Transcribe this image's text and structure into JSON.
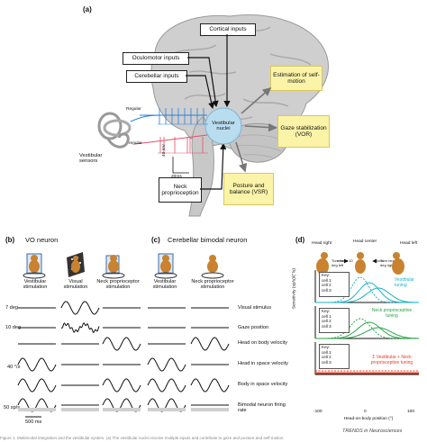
{
  "panel_a": {
    "letter": "(a)",
    "boxes": {
      "cortical": "Cortical inputs",
      "oculomotor": "Oculomotor inputs",
      "cerebellar": "Cerebellar inputs",
      "neck": "Neck proprioception"
    },
    "nuclei": "Vestibular nuclei",
    "outputs": {
      "self_motion": "Estimation of self-motion",
      "gaze": "Gaze stabilization (VOR)",
      "posture": "Posture and balance (VSR)"
    },
    "regular": "Regular",
    "irregular": "Irregular",
    "sensors": "Vestibular sensors",
    "scale_mv": "40 mV",
    "scale_ms": "20ms"
  },
  "panel_b": {
    "letter": "(b)",
    "title": "VO neuron",
    "columns": [
      "Vestibular stimulation",
      "Visual stimulation",
      "Neck proprioceptor stimulation"
    ]
  },
  "panel_c": {
    "letter": "(c)",
    "title": "Cerebellar bimodal neuron",
    "columns": [
      "Vestibular stimulation",
      "Neck proprioceptor stimulation"
    ]
  },
  "rows": {
    "visual": "Visual stimulus",
    "gaze": "Gaze position",
    "head_body": "Head on body velocity",
    "head_space": "Head in space velocity",
    "body_space": "Body in space velocity",
    "firing": "Bimodal neuron firing rate"
  },
  "scales": {
    "visual": "7 deg",
    "gaze": "10 deg",
    "vel": "40 °/s",
    "rate": "50 sp/s",
    "time": "500 ms"
  },
  "panel_d": {
    "letter": "(d)",
    "head_labels": [
      "Head right",
      "Head center",
      "Head left"
    ],
    "turn_labels": [
      "Turn head 10 deg left",
      "Turn head 10 deg right"
    ],
    "ylabel": "Sensitivity (sp/s)/(°/s)",
    "xlabel": "Head-on-body position (°)",
    "ticks": [
      "-100",
      "0",
      "100"
    ],
    "key": "Key:",
    "cells": [
      "cell 1",
      "cell 2",
      "cell 3"
    ],
    "tuning": [
      "Vestibular tuning",
      "Neck proprioceptive tuning",
      "Σ Vestibular + Neck proprioceptive tuning"
    ],
    "colors": {
      "vestibular": "#19b3c7",
      "neck": "#2aa34a",
      "sum": "#e8402a"
    }
  },
  "footer": {
    "journal": "TRENDS in Neurosciences",
    "caption": "Figure 1. Multimodal integration and the vestibular system. (a) The vestibular nuclei receive multiple inputs and contribute to gaze and posture and self-motion."
  }
}
